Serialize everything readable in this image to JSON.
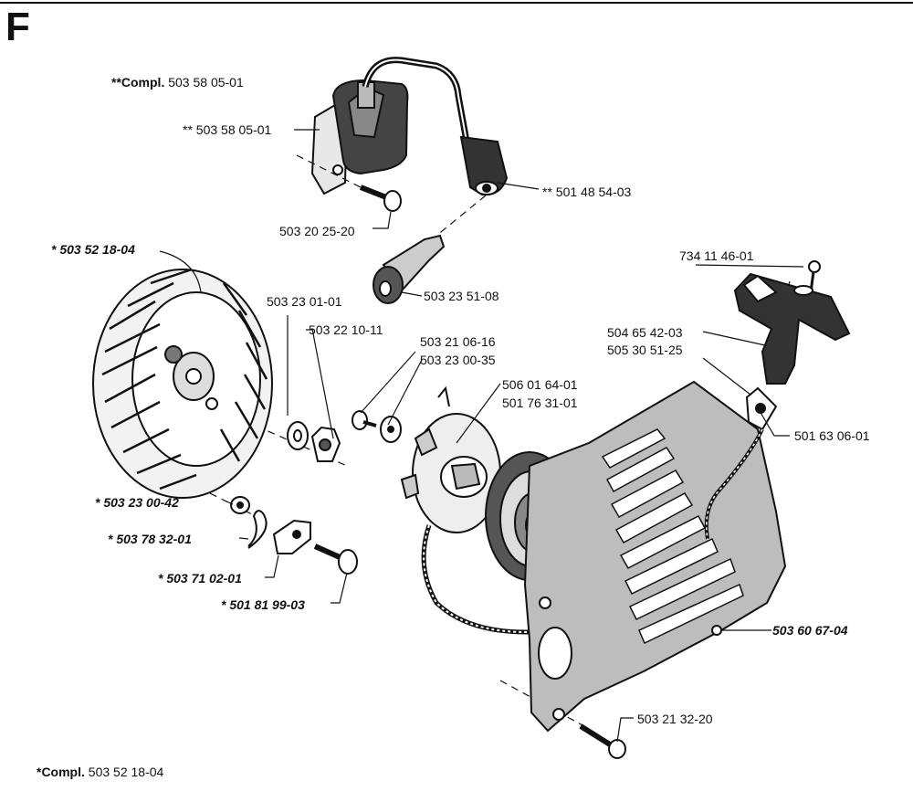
{
  "section_letter": "F",
  "labels": {
    "compl_ignition": {
      "prefix": "**Compl.",
      "number": "503 58 05-01"
    },
    "ignition_module": "** 503 58 05-01",
    "spark_plug_cap": "** 501 48 54-03",
    "module_screw": "503 20 25-20",
    "flywheel": "* 503 52 18-04",
    "spark_plug": "503 23 51-08",
    "washer_a": "503 23 01-01",
    "nut": "503 22 10-11",
    "pawl_screw": "503 21 06-16",
    "pawl_washer": "503 23 00-35",
    "pulley_a": "506 01 64-01",
    "pulley_b": "501 76 31-01",
    "handle_screw": "734 11 46-01",
    "handle_a": "504 65 42-03",
    "handle_b": "505 30 51-25",
    "rope_guide": "501 63 06-01",
    "washer_b": "* 503 23 00-42",
    "spring": "* 503 78 32-01",
    "pawl": "* 503 71 02-01",
    "pawl_bolt": "* 501 81 99-03",
    "starter_housing": "503 60 67-04",
    "housing_screw": "503 21 32-20",
    "compl_flywheel": {
      "prefix": "*Compl.",
      "number": "503 52 18-04"
    }
  }
}
